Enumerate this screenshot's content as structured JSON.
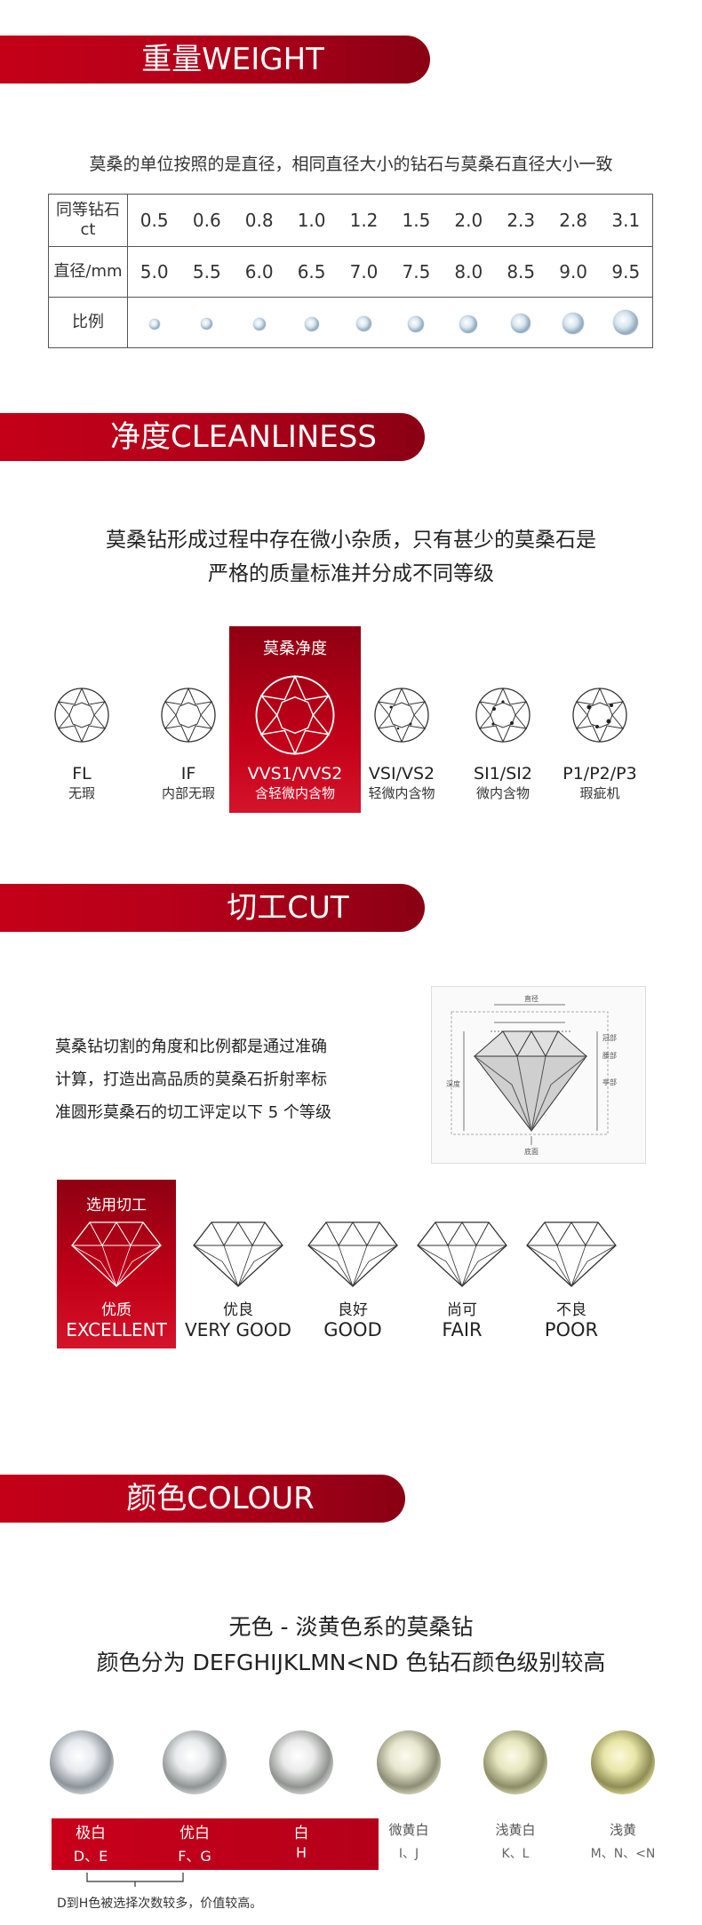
{
  "sections": {
    "weight": {
      "title": "重量WEIGHT",
      "intro": "莫桑的单位按照的是直径，相同直径大小的钻石与莫桑石直径大小一致",
      "row1_header": "同等钻石ct",
      "row2_header": "直径/mm",
      "row3_header": "比例",
      "carats": [
        "0.5",
        "0.6",
        "0.8",
        "1.0",
        "1.2",
        "1.5",
        "2.0",
        "2.3",
        "2.8",
        "3.1"
      ],
      "diameters": [
        "5.0",
        "5.5",
        "6.0",
        "6.5",
        "7.0",
        "7.5",
        "8.0",
        "8.5",
        "9.0",
        "9.5"
      ]
    },
    "clarity": {
      "title": "净度CLEANLINESS",
      "intro_line1": "莫桑钻形成过程中存在微小杂质，只有甚少的莫桑石是",
      "intro_line2": "严格的质量标准并分成不同等级",
      "highlight_label": "莫桑净度",
      "grades": [
        {
          "code": "FL",
          "name": "无瑕"
        },
        {
          "code": "IF",
          "name": "内部无瑕"
        },
        {
          "code": "VVS1/VVS2",
          "name": "含轻微内含物"
        },
        {
          "code": "VSI/VS2",
          "name": "轻微内含物"
        },
        {
          "code": "SI1/SI2",
          "name": "微内含物"
        },
        {
          "code": "P1/P2/P3",
          "name": "瑕疵机"
        }
      ]
    },
    "cut": {
      "title": "切工CUT",
      "text_line1": "莫桑钻切割的角度和比例都是通过准确",
      "text_line2": "计算，打造出高品质的莫桑石折射率标",
      "text_line3": "准圆形莫桑石的切工评定以下 5 个等级",
      "highlight_label": "选用切工",
      "grades": [
        {
          "cn": "优质",
          "en": "EXCELLENT"
        },
        {
          "cn": "优良",
          "en": "VERY GOOD"
        },
        {
          "cn": "良好",
          "en": "GOOD"
        },
        {
          "cn": "尚可",
          "en": "FAIR"
        },
        {
          "cn": "不良",
          "en": "POOR"
        }
      ],
      "diagram_labels": {
        "top": "直径",
        "left": "深度",
        "right1": "冠部",
        "right2": "腰部",
        "right3": "亭部",
        "bottom": "底面"
      }
    },
    "colour": {
      "title": "颜色COLOUR",
      "intro_line1": "无色 - 淡黄色系的莫桑钻",
      "intro_line2": "颜色分为 DEFGHIJKLMN<ND 色钻石颜色级别较高",
      "grades": [
        {
          "name": "极白",
          "letters": "D、E",
          "tint": "#f4f6f8"
        },
        {
          "name": "优白",
          "letters": "F、G",
          "tint": "#f1f3f3"
        },
        {
          "name": "白",
          "letters": "H",
          "tint": "#eeefef"
        },
        {
          "name": "微黄白",
          "letters": "I、J",
          "tint": "#e6e6d2"
        },
        {
          "name": "浅黄白",
          "letters": "K、L",
          "tint": "#e3e3bf"
        },
        {
          "name": "浅黄",
          "letters": "M、N、<N",
          "tint": "#e6e4a6"
        }
      ],
      "footnote": "D到H色被选择次数较多，价值较高。"
    }
  },
  "colors": {
    "accent": "#c00018",
    "dark_accent": "#8a0014"
  }
}
